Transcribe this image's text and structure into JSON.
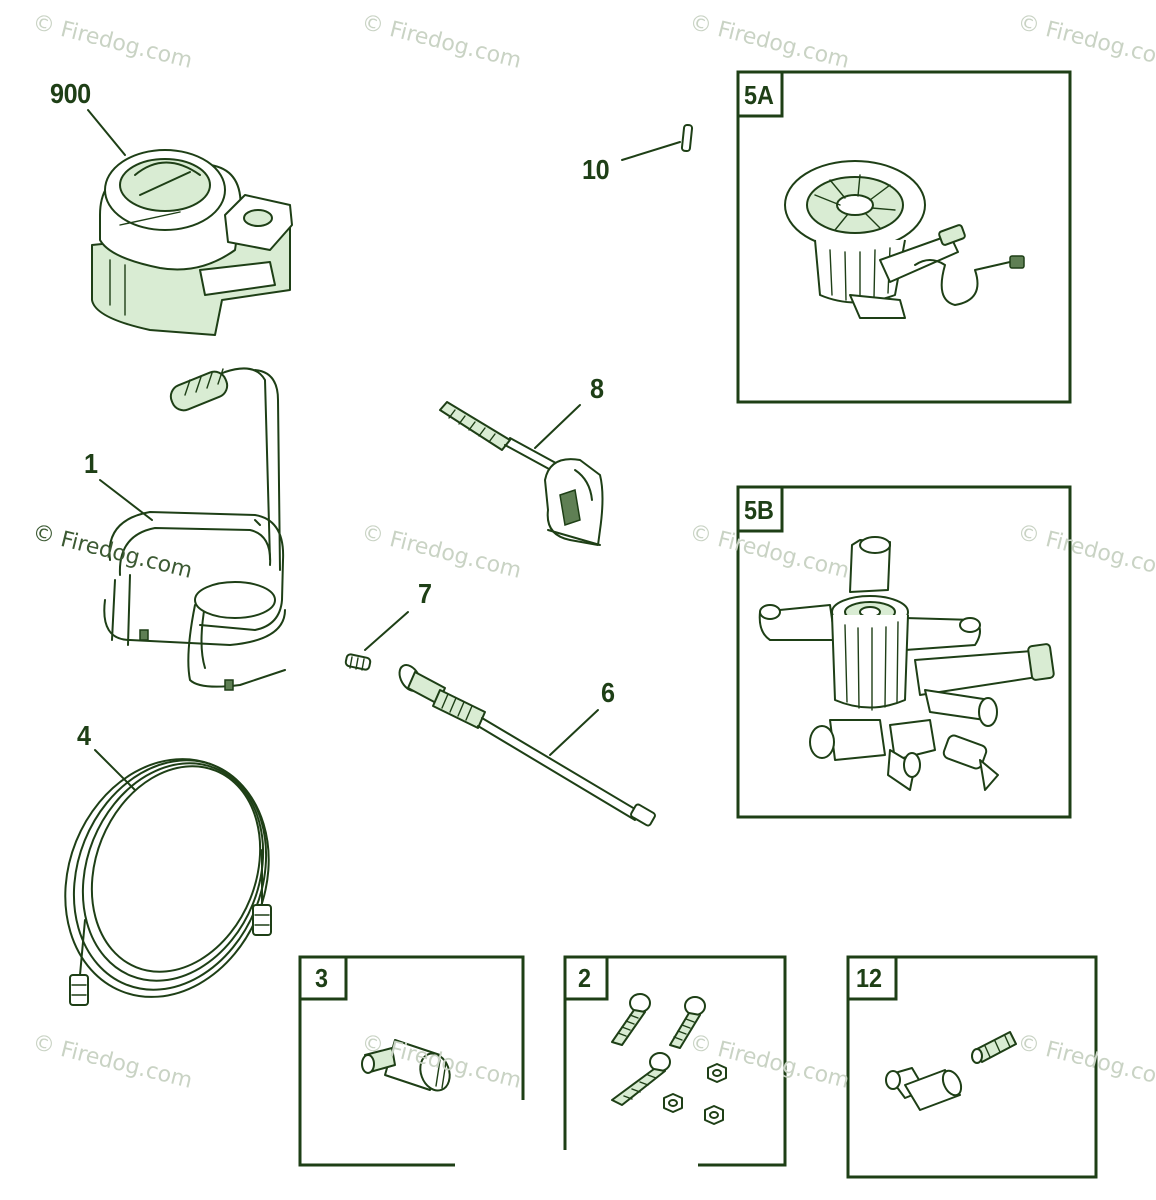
{
  "diagram": {
    "watermark_text": "© Firedog.com",
    "parts": [
      {
        "id": "900",
        "label": "900"
      },
      {
        "id": "1",
        "label": "1"
      },
      {
        "id": "4",
        "label": "4"
      },
      {
        "id": "10",
        "label": "10"
      },
      {
        "id": "8",
        "label": "8"
      },
      {
        "id": "7",
        "label": "7"
      },
      {
        "id": "6",
        "label": "6"
      }
    ],
    "boxes": [
      {
        "id": "5A",
        "label": "5A"
      },
      {
        "id": "5B",
        "label": "5B"
      },
      {
        "id": "3",
        "label": "3"
      },
      {
        "id": "2",
        "label": "2"
      },
      {
        "id": "12",
        "label": "12"
      }
    ],
    "colors": {
      "line": "#1e3f16",
      "fill": "#d9ecd3",
      "watermark": "#c9d3c4",
      "background": "#ffffff"
    }
  }
}
